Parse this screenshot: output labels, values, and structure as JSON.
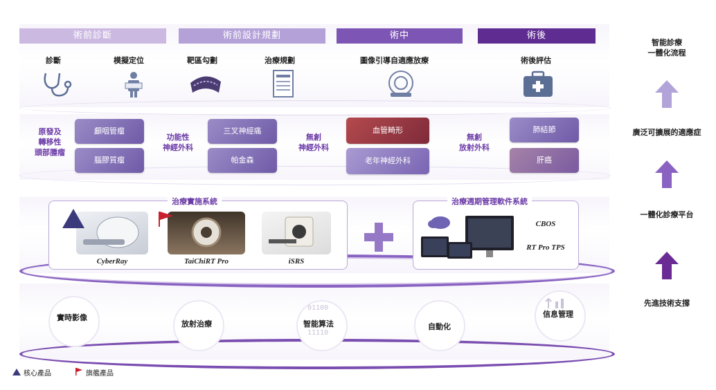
{
  "phases": [
    {
      "label": "術前診斷"
    },
    {
      "label": "術前設計規劃"
    },
    {
      "label": "術中"
    },
    {
      "label": "術後"
    }
  ],
  "steps": [
    {
      "label": "診斷",
      "icon": "stethoscope-icon"
    },
    {
      "label": "模擬定位",
      "icon": "xray-icon"
    },
    {
      "label": "靶區勾劃",
      "icon": "brain-scan-icon"
    },
    {
      "label": "治療規劃",
      "icon": "document-icon"
    },
    {
      "label": "圖像引導自適應放療",
      "icon": "scanner-icon"
    },
    {
      "label": "術後評估",
      "icon": "medical-kit-icon"
    }
  ],
  "indications": {
    "group1_label": "原發及\n轉移性\n頭部腫瘤",
    "group1_items": [
      "顱咽管瘤",
      "腦膠質瘤"
    ],
    "group2_label": "功能性\n神經外科",
    "group2_items": [
      "三叉神經痛",
      "帕金森"
    ],
    "group3_label": "無創\n神經外科",
    "group3_items": [
      "血管畸形",
      "老年神經外科"
    ],
    "group4_label": "無創\n放射外科",
    "group4_items": [
      "肺結節",
      "肝癌"
    ]
  },
  "systems": {
    "delivery_title": "治療實施系統",
    "delivery_products": [
      "CyberRay",
      "TaiChiRT Pro",
      "iSRS"
    ],
    "software_title": "治療週期管理軟件系統",
    "software_products": [
      "CBOS",
      "RT Pro TPS"
    ]
  },
  "technologies": [
    {
      "label": "實時影像"
    },
    {
      "label": "放射治療"
    },
    {
      "label": "智能算法",
      "binary_top": "01100",
      "binary_bottom": "11110"
    },
    {
      "label": "自動化"
    },
    {
      "label": "信息管理"
    }
  ],
  "right_column": {
    "top": "智能診療\n一體化流程",
    "middle1": "廣泛可擴展的適應症",
    "middle2": "一體化診療平台",
    "bottom": "先進技術支撐"
  },
  "legend": {
    "core": "核心產品",
    "flagship": "旗艦產品"
  },
  "colors": {
    "phase1": "#cbb9e2",
    "phase2": "#b4a1d8",
    "phase3": "#7d56b5",
    "phase4": "#5f2d91",
    "arrow_light": "#b2a3d8",
    "arrow_mid": "#8a63c2",
    "arrow_dark": "#6a2c94",
    "core_marker": "#3b3a7a",
    "flagship_marker": "#c8202e"
  }
}
